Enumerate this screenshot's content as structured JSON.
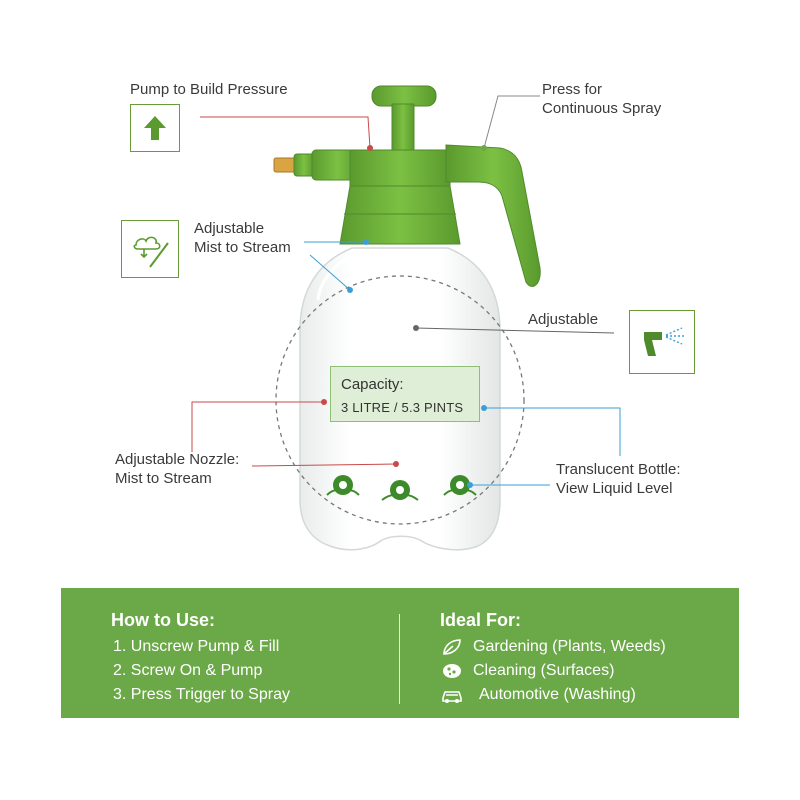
{
  "callouts": {
    "pump": "Pump to Build Pressure",
    "continuous": [
      "Press for",
      "Continuous Spray"
    ],
    "mist_top": [
      "Adjustable",
      "Mist to Stream"
    ],
    "adjustable": "Adjustable",
    "nozzle": [
      "Adjustable Nozzle:",
      "Mist to Stream"
    ],
    "translucent": [
      "Translucent Bottle:",
      "View Liquid Level"
    ]
  },
  "capacity": {
    "title": "Capacity:",
    "value": "3 LITRE / 5.3 PINTS"
  },
  "how_to_use": {
    "title": "How to Use:",
    "steps": [
      "1. Unscrew Pump & Fill",
      "2. Screw On & Pump",
      "3. Press Trigger to Spray"
    ]
  },
  "ideal_for": {
    "title": "Ideal For:",
    "items": [
      {
        "label": "Gardening (Plants, Weeds)",
        "icon": "leaf-icon"
      },
      {
        "label": "Cleaning (Surfaces)",
        "icon": "sponge-icon"
      },
      {
        "label": "Automotive (Washing)",
        "icon": "car-icon"
      }
    ]
  },
  "colors": {
    "green": "#6ba847",
    "dark_green": "#4f8a2c",
    "red_line": "#c94a4a",
    "blue_line": "#3a9fd6",
    "brass": "#d9a441"
  }
}
